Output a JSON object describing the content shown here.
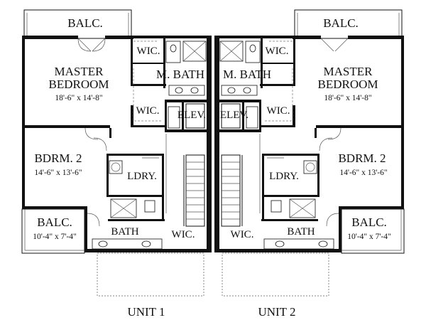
{
  "units": [
    {
      "caption": "UNIT 1",
      "rooms": {
        "balcony_top": "BALC.",
        "master_wic": "WIC.",
        "master_bath": "M. BATH",
        "master_name_1": "MASTER",
        "master_name_2": "BEDROOM",
        "master_size": "18'-6\" x 14'-8\"",
        "wic_2": "WIC.",
        "elevator": "ELEV.",
        "bedroom2_name": "BDRM. 2",
        "bedroom2_size": "14'-6\" x 13'-6\"",
        "laundry": "LDRY.",
        "balcony_side": "BALC.",
        "balcony_side_size": "10'-4\" x 7'-4\"",
        "bath": "BATH",
        "wic_3": "WIC."
      }
    },
    {
      "caption": "UNIT 2",
      "rooms": {
        "balcony_top": "BALC.",
        "master_wic": "WIC.",
        "master_bath": "M. BATH",
        "master_name_1": "MASTER",
        "master_name_2": "BEDROOM",
        "master_size": "18'-6\" x 14'-8\"",
        "wic_2": "WIC.",
        "elevator": "ELEV.",
        "bedroom2_name": "BDRM. 2",
        "bedroom2_size": "14'-6\" x 13'-6\"",
        "laundry": "LDRY.",
        "balcony_side": "BALC.",
        "balcony_side_size": "10'-4\" x 7'-4\"",
        "bath": "BATH",
        "wic_3": "WIC."
      }
    }
  ]
}
